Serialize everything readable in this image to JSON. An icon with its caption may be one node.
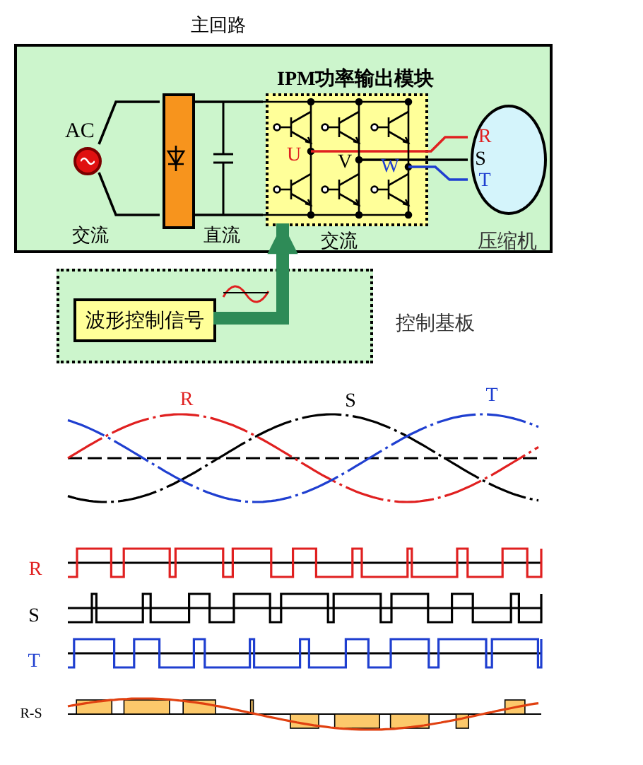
{
  "diagram": {
    "nodes": [
      {
        "text": [
          "主回路"
        ]
      },
      {
        "text": [
          "AC"
        ],
        "in": 0
      },
      {
        "text": [],
        "shape": "bar",
        "in": 0
      },
      {
        "text": [
          "IPM功率输出模块"
        ],
        "in": 0
      },
      {
        "text": [
          "压缩机"
        ],
        "in": 0
      },
      {
        "text": [
          "控制基板"
        ]
      },
      {
        "text": [
          "波形控制信号"
        ],
        "in": 5
      }
    ],
    "edges": [
      {
        "from": 1,
        "to": 2,
        "arrow": "none"
      },
      {
        "from": 1,
        "to": 2,
        "arrow": "none"
      },
      {
        "from": 2,
        "to": 3,
        "arrow": "none"
      },
      {
        "from": 2,
        "to": 3,
        "arrow": "none"
      },
      {
        "from": 3,
        "to": 4,
        "arrow": "none",
        "color": "#e02020"
      },
      {
        "from": 3,
        "to": 4,
        "arrow": "none"
      },
      {
        "from": 3,
        "to": 4,
        "arrow": "none",
        "color": "#1f3fd0"
      },
      {
        "from": 6,
        "to": 3,
        "arrow": "to",
        "style": "thick",
        "color": "#2e8b57"
      }
    ],
    "labels": [
      "交流",
      "直流",
      "交流",
      "U",
      "V",
      "W",
      "R",
      "S",
      "T",
      "R",
      "S",
      "T",
      "R",
      "S",
      "T",
      "R-S"
    ]
  }
}
